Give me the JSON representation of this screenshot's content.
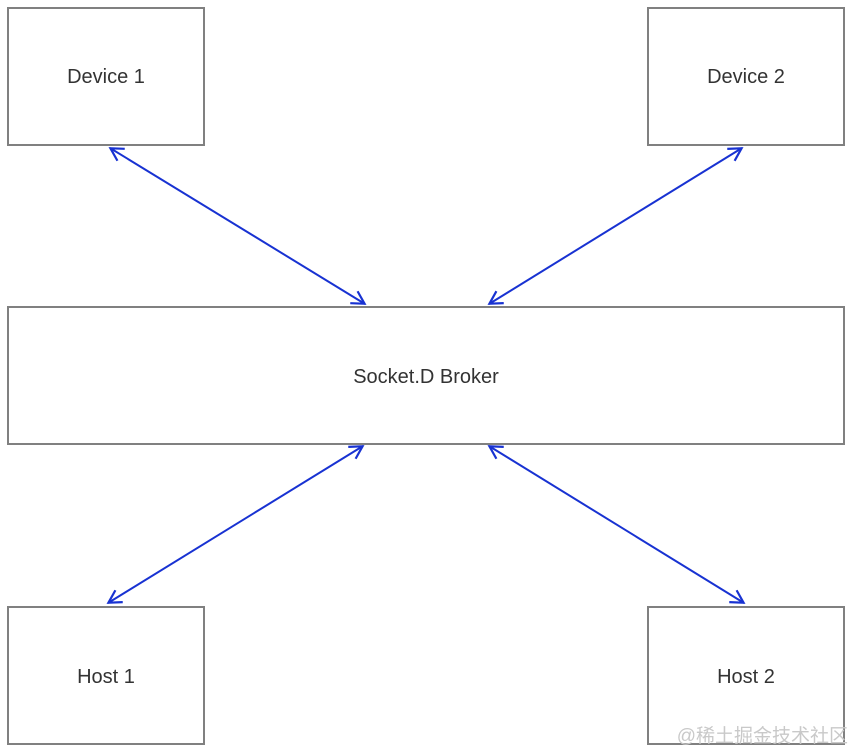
{
  "diagram": {
    "type": "topology",
    "nodes": {
      "device1": {
        "label": "Device 1"
      },
      "device2": {
        "label": "Device 2"
      },
      "broker": {
        "label": "Socket.D Broker"
      },
      "host1": {
        "label": "Host 1"
      },
      "host2": {
        "label": "Host 2"
      }
    },
    "edges": [
      {
        "from": "device1",
        "to": "broker",
        "style": "double-open-arrow"
      },
      {
        "from": "device2",
        "to": "broker",
        "style": "double-open-arrow"
      },
      {
        "from": "host1",
        "to": "broker",
        "style": "double-open-arrow"
      },
      {
        "from": "host2",
        "to": "broker",
        "style": "double-open-arrow"
      }
    ],
    "colors": {
      "arrow": "#1832d2",
      "box_border": "#808080",
      "box_fill": "#ffffff",
      "label_text": "#333333",
      "watermark_text": "#c9c9c9",
      "background": "#ffffff"
    }
  },
  "watermark": {
    "text": "@稀土掘金技术社区"
  }
}
